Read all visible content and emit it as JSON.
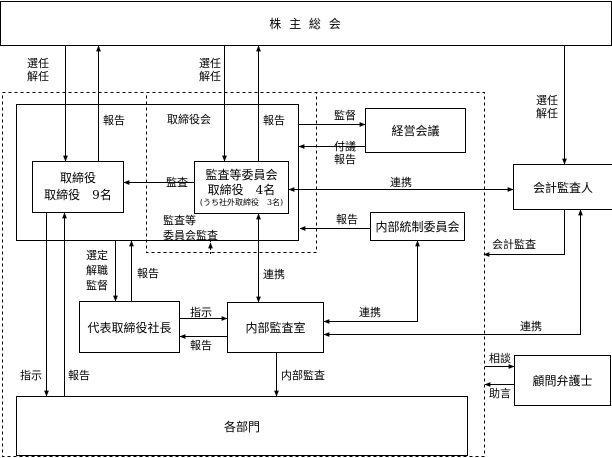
{
  "boxes": {
    "shareholders": "株 主 総 会",
    "board_title": "取締役会",
    "directors": [
      "取締役",
      "取締役　9名"
    ],
    "audit_committee": [
      "監査等委員会",
      "取締役　4名",
      "(うち社外取締役　3名)"
    ],
    "management_meeting": "経営会議",
    "accounting_auditor": "会計監査人",
    "internal_control_committee": "内部統制委員会",
    "president": "代表取締役社長",
    "internal_audit_office": "内部監査室",
    "legal_advisor": "顧問弁護士",
    "departments": "各部門"
  },
  "labels": {
    "elect1": [
      "選任",
      "解任"
    ],
    "elect2": [
      "選任",
      "解任"
    ],
    "elect3": [
      "選任",
      "解任"
    ],
    "report_board_top": "報告",
    "report_board_right": "報告",
    "supervision": "監督",
    "proposal": [
      "付議",
      "報告"
    ],
    "audit": "監査",
    "audit_committee_audit": [
      "監査等",
      "委員会監査"
    ],
    "coordination_auditor": "連携",
    "report_icc": "報告",
    "accounting_audit": "会計監査",
    "appoint_dismiss_supervise": [
      "選定",
      "解職",
      "監督"
    ],
    "report_president": "報告",
    "coordination_vertical": "連携",
    "coordination_icc": "連携",
    "coordination_auditor_low": "連携",
    "instruction_president": "指示",
    "report_ia_to_president": "報告",
    "internal_audit": "内部監査",
    "consult": "相談",
    "advice": "助言",
    "instruction_left": "指示",
    "report_left": "報告"
  }
}
